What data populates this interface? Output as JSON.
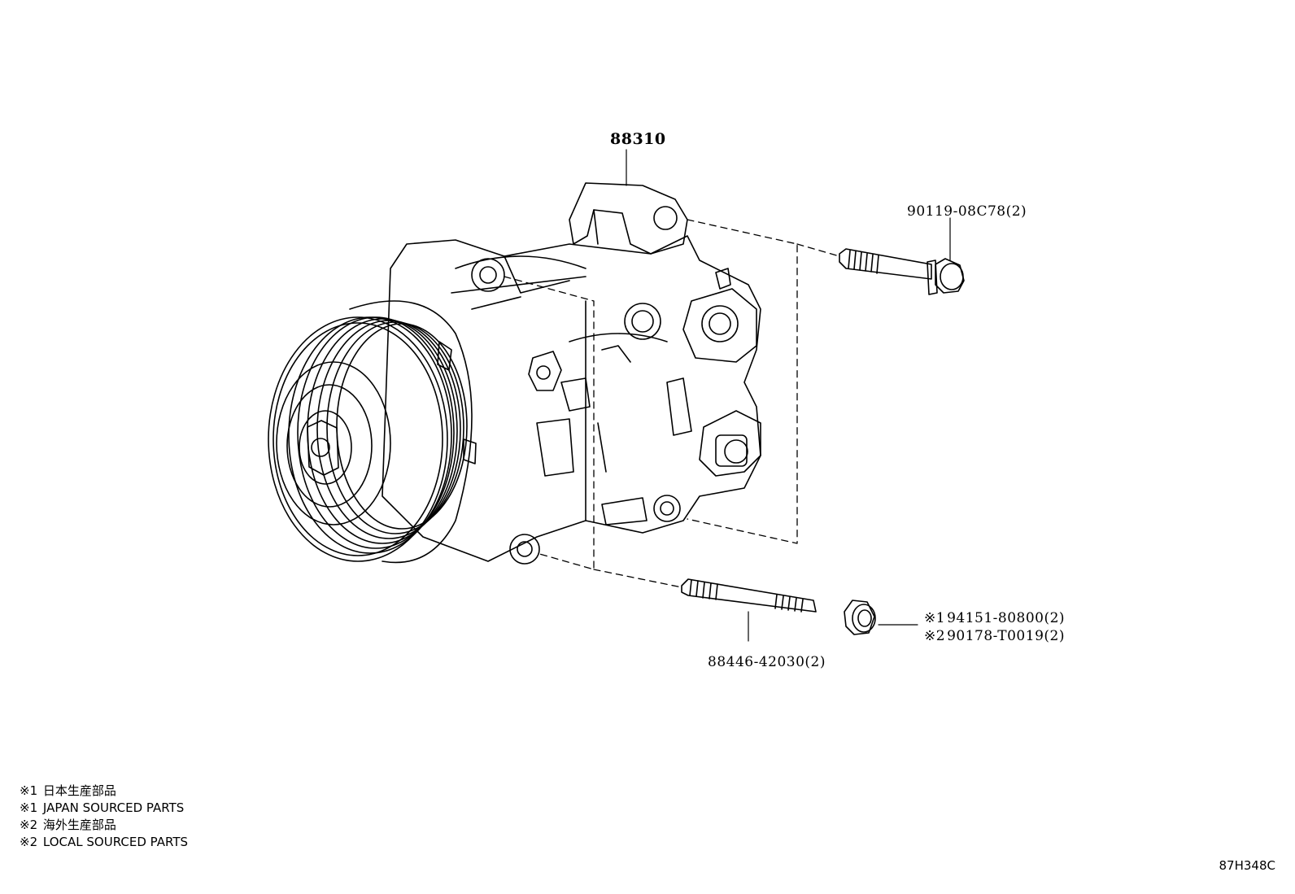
{
  "diagram": {
    "id": "87H348C",
    "callouts": {
      "compressor": "88310",
      "upper_bolt": "90119-08C78(2)",
      "stud": "88446-42030(2)",
      "nut_note1_mark": "※1",
      "nut_note1_part": "94151-80800(2)",
      "nut_note2_mark": "※2",
      "nut_note2_part": "90178-T0019(2)"
    },
    "legend": [
      {
        "mark": "※1",
        "text": "日本生産部品"
      },
      {
        "mark": "※1",
        "text": "JAPAN SOURCED PARTS"
      },
      {
        "mark": "※2",
        "text": "海外生産部品"
      },
      {
        "mark": "※2",
        "text": "LOCAL SOURCED PARTS"
      }
    ]
  },
  "colors": {
    "line": "#000000",
    "background": "#ffffff"
  }
}
